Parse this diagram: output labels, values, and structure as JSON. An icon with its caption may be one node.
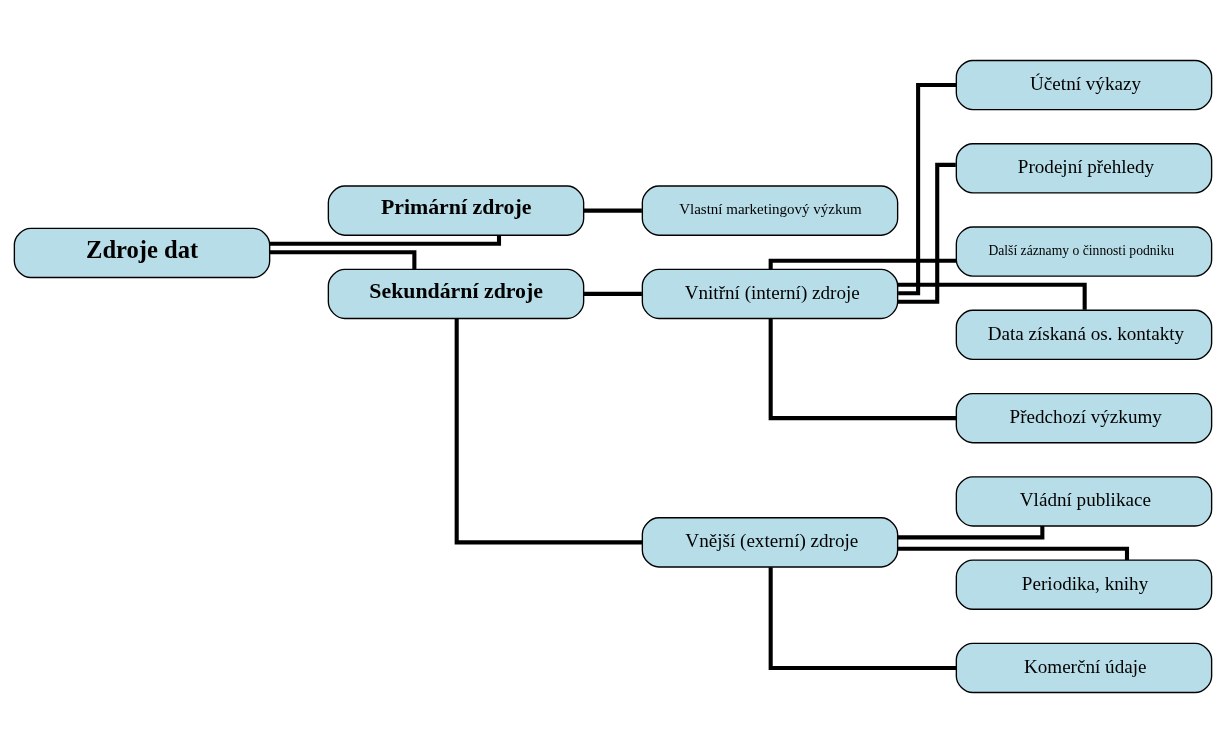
{
  "diagram": {
    "nodes": [
      {
        "text": [
          "Zdroje dat"
        ]
      },
      {
        "text": [
          "Primární zdroje"
        ]
      },
      {
        "text": [
          "Vlastní marketingový výzkum"
        ]
      },
      {
        "text": [
          "Sekundární zdroje"
        ]
      },
      {
        "text": [
          "Vnitřní (interní) zdroje"
        ]
      },
      {
        "text": [
          "Vnější (externí) zdroje"
        ]
      },
      {
        "text": [
          "Účetní výkazy"
        ]
      },
      {
        "text": [
          "Prodejní přehledy"
        ]
      },
      {
        "text": [
          "Další záznamy o činnosti podniku"
        ]
      },
      {
        "text": [
          "Data získaná os. kontakty"
        ]
      },
      {
        "text": [
          "Předchozí výzkumy"
        ]
      },
      {
        "text": [
          "Vládní publikace"
        ]
      },
      {
        "text": [
          "Periodika, knihy"
        ]
      },
      {
        "text": [
          "Komerční údaje"
        ]
      }
    ],
    "edges": [
      {
        "from": 0,
        "to": 1,
        "arrow": "none"
      },
      {
        "from": 1,
        "to": 2,
        "arrow": "none"
      },
      {
        "from": 0,
        "to": 3,
        "arrow": "none"
      },
      {
        "from": 3,
        "to": 4,
        "arrow": "none"
      },
      {
        "from": 3,
        "to": 5,
        "arrow": "none"
      },
      {
        "from": 4,
        "to": 6,
        "arrow": "none"
      },
      {
        "from": 4,
        "to": 7,
        "arrow": "none"
      },
      {
        "from": 4,
        "to": 8,
        "arrow": "none"
      },
      {
        "from": 4,
        "to": 9,
        "arrow": "none"
      },
      {
        "from": 4,
        "to": 10,
        "arrow": "none"
      },
      {
        "from": 5,
        "to": 11,
        "arrow": "none"
      },
      {
        "from": 5,
        "to": 12,
        "arrow": "none"
      },
      {
        "from": 5,
        "to": 13,
        "arrow": "none"
      }
    ]
  }
}
